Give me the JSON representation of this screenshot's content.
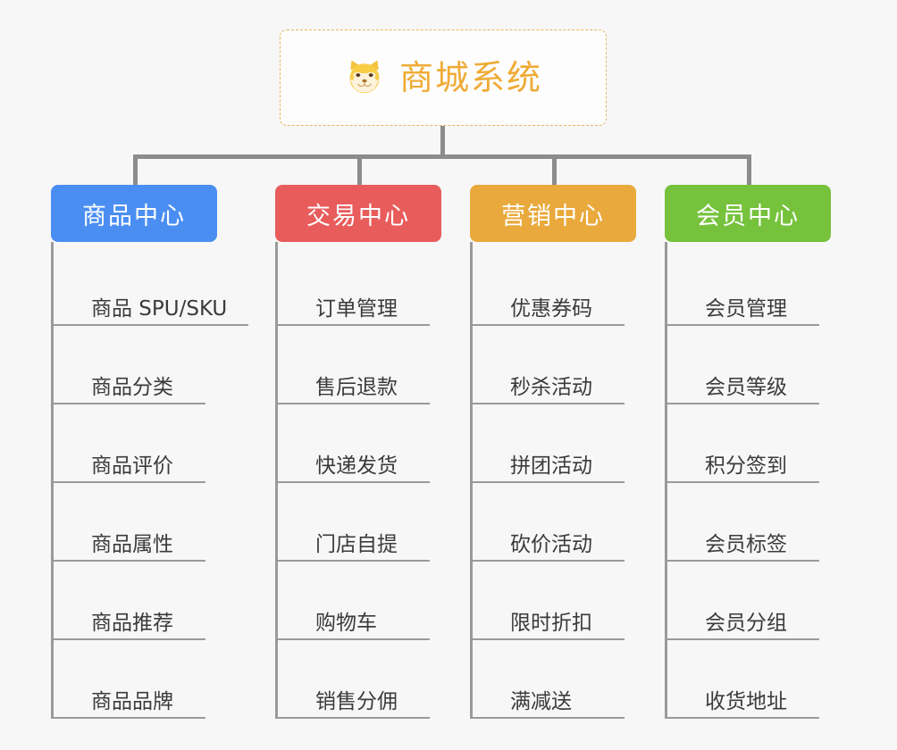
{
  "root": {
    "title": "商城系统",
    "icon": "dog-face-icon",
    "border_color": "#e8b45c",
    "text_color": "#efab36",
    "background": "#fdfdfd"
  },
  "canvas": {
    "background": "#f7f7f7",
    "connector_color": "#8c8c8c"
  },
  "branches": [
    {
      "title": "商品中心",
      "color": "#4a8ef2",
      "items": [
        "商品 SPU/SKU",
        "商品分类",
        "商品评价",
        "商品属性",
        "商品推荐",
        "商品品牌"
      ]
    },
    {
      "title": "交易中心",
      "color": "#e85c5c",
      "items": [
        "订单管理",
        "售后退款",
        "快递发货",
        "门店自提",
        "购物车",
        "销售分佣"
      ]
    },
    {
      "title": "营销中心",
      "color": "#e9a93c",
      "items": [
        "优惠券码",
        "秒杀活动",
        "拼团活动",
        "砍价活动",
        "限时折扣",
        "满减送"
      ]
    },
    {
      "title": "会员中心",
      "color": "#76c23c",
      "items": [
        "会员管理",
        "会员等级",
        "积分签到",
        "会员标签",
        "会员分组",
        "收货地址"
      ]
    }
  ]
}
